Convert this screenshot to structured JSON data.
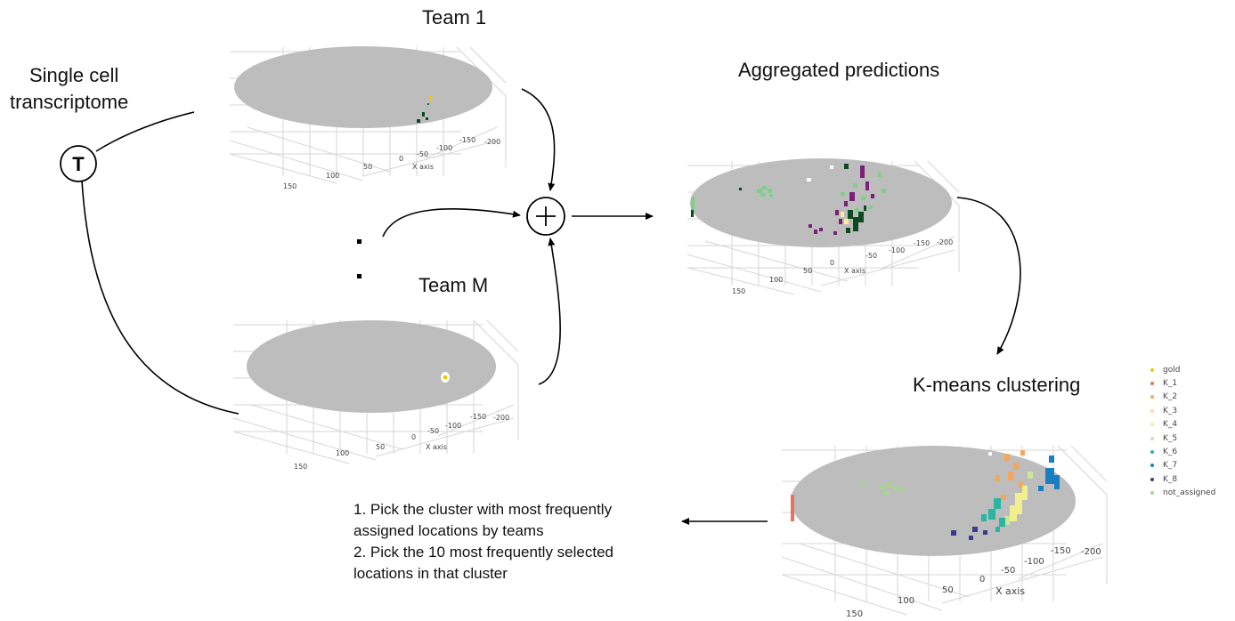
{
  "labels": {
    "team1": "Team 1",
    "teamM": "Team M",
    "input_line1": "Single cell",
    "input_line2": "transcriptome",
    "aggregated": "Aggregated predictions",
    "kmeans": "K-means clustering",
    "transform_symbol": "T",
    "sum_symbol": "+",
    "step1": "1. Pick the cluster with most frequently assigned locations by teams",
    "step2": "2. Pick the 10 most frequently selected locations in that cluster"
  },
  "plots": {
    "x_axis_title": "X axis",
    "x_ticks": [
      "-200",
      "-150",
      "-100",
      "-50",
      "0",
      "50",
      "100",
      "150"
    ]
  },
  "legend": [
    {
      "label": "gold",
      "color": "#f5c400"
    },
    {
      "label": "K_1",
      "color": "#e8735a"
    },
    {
      "label": "K_2",
      "color": "#f5a65b"
    },
    {
      "label": "K_3",
      "color": "#f7dc9a"
    },
    {
      "label": "K_4",
      "color": "#f2f08c"
    },
    {
      "label": "K_5",
      "color": "#c9e6a0"
    },
    {
      "label": "K_6",
      "color": "#2bb5a0"
    },
    {
      "label": "K_7",
      "color": "#1a7fc1"
    },
    {
      "label": "K_8",
      "color": "#3b3a8c"
    },
    {
      "label": "not_assigned",
      "color": "#a8d58e"
    }
  ],
  "colors": {
    "embryo": "#bdbdbd",
    "grid": "#d6d6d6",
    "dark_green": "#0d4a22",
    "light_green": "#7fcf8a",
    "purple": "#7a1f7a",
    "yellow": "#f5c400"
  }
}
